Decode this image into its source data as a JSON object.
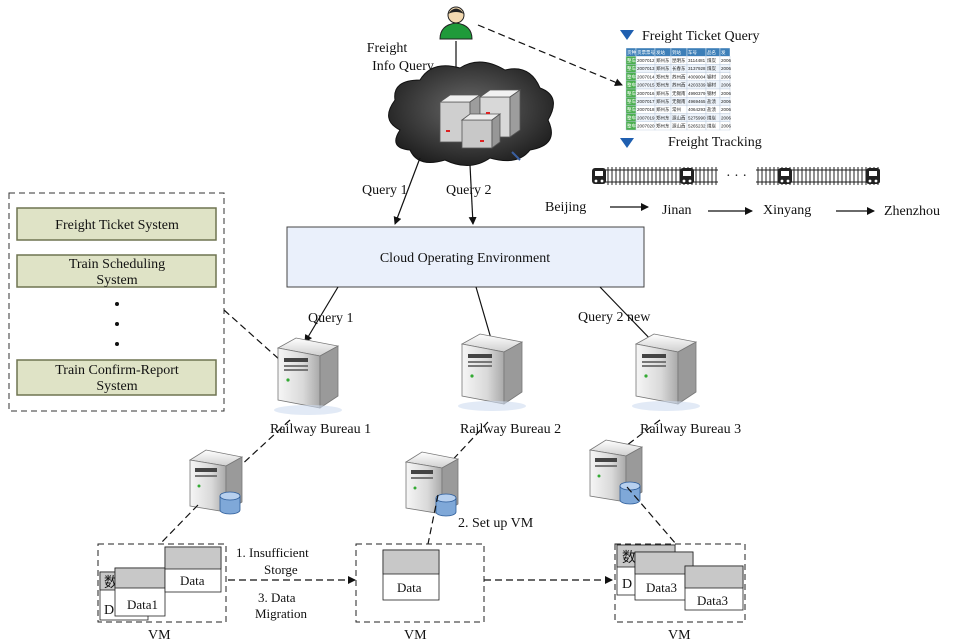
{
  "user": {
    "label_line1": "Freight",
    "label_line2": "Info Query"
  },
  "query_labels": {
    "q1_top": "Query 1",
    "q2_top": "Query 2",
    "q1_left": "Query 1",
    "q2_new": "Query 2 new"
  },
  "cloud_env": {
    "title": "Cloud Operating Environment"
  },
  "ticket_query": {
    "title": "Freight Ticket Query"
  },
  "tracking": {
    "title": "Freight Tracking",
    "ellipsis": "· · ·",
    "cities": [
      "Beijing",
      "Jinan",
      "Xinyang",
      "Zhenzhou"
    ]
  },
  "systems": {
    "ticket": "Freight Ticket System",
    "scheduling_line1": "Train Scheduling",
    "scheduling_line2": "System",
    "confirm_line1": "Train Confirm-Report",
    "confirm_line2": "System"
  },
  "bureaus": [
    "Railway Bureau 1",
    "Railway Bureau 2",
    "Railway Bureau 3"
  ],
  "steps": {
    "setup": "2. Set up VM",
    "insufficient_line1": "1. Insufficient",
    "insufficient_line2": "Storge",
    "migration_line1": "3. Data",
    "migration_line2": "Migration"
  },
  "vms": {
    "vm_label": "VM",
    "vm1": {
      "back": "数",
      "front_data": "Data",
      "front_data1": "Data1",
      "back_d": "D"
    },
    "vm2": {
      "data": "Data"
    },
    "vm3": {
      "back": "数",
      "back_d": "D",
      "data3_a": "Data3",
      "data3_b": "Data3"
    }
  },
  "colors": {
    "system_fill": "#dfe3c6",
    "system_stroke": "#6f7450",
    "cloud_env_fill": "#eaf0fb",
    "cloud_fill": "#3a3a3a",
    "triangle_blue": "#1f5fb0",
    "user_green": "#1f9a3a",
    "vm_header": "#c8c8c8"
  },
  "ticket_table": {
    "headers": [
      "货种",
      "货票票号",
      "发站",
      "到站",
      "车号",
      "品名",
      "发"
    ],
    "rows": [
      [
        "整车",
        "2007012",
        "郑州东",
        "昆明东",
        "3114481",
        "煤炭",
        "2006"
      ],
      [
        "整车",
        "2007013",
        "郑州东",
        "长春东",
        "3137928",
        "煤炭",
        "2006"
      ],
      [
        "整车",
        "2007014",
        "郑州东",
        "苏州西",
        "4009004",
        "钢材",
        "2006"
      ],
      [
        "整车",
        "2007015",
        "郑州东",
        "苏州西",
        "4203339",
        "钢材",
        "2006"
      ],
      [
        "整车",
        "2007016",
        "郑州东",
        "无锡南",
        "4990379",
        "钢材",
        "2006"
      ],
      [
        "整车",
        "2007017",
        "郑州东",
        "无锡南",
        "4969465",
        "盐渍",
        "2006"
      ],
      [
        "整车",
        "2007018",
        "郑州东",
        "常州",
        "4064293",
        "盐渍",
        "2006"
      ],
      [
        "整车",
        "2007019",
        "郑州东",
        "源山西",
        "5275990",
        "煤炭",
        "2006"
      ],
      [
        "整车",
        "2007020",
        "郑州东",
        "源山西",
        "5265232",
        "煤炭",
        "2006"
      ]
    ]
  }
}
